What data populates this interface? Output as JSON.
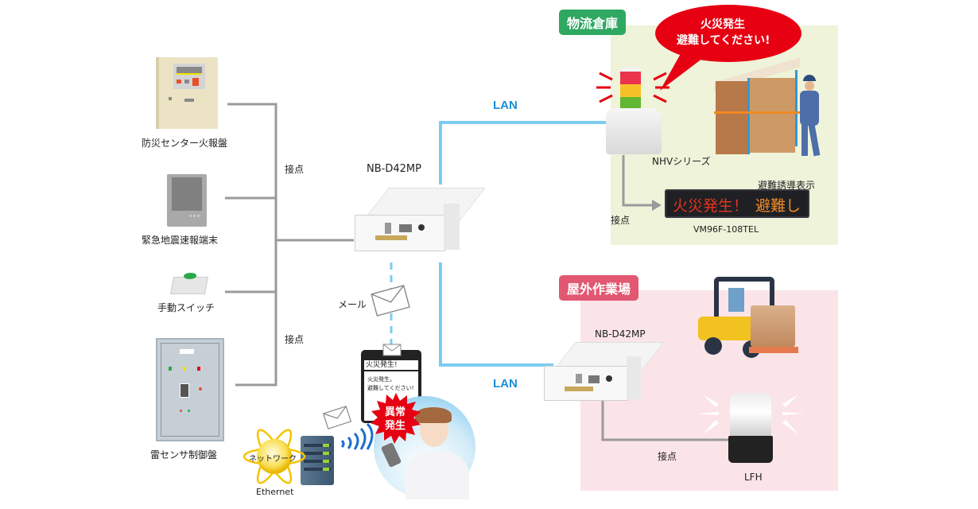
{
  "devices_left": [
    {
      "label": "防災センター火報盤"
    },
    {
      "label": "緊急地震速報端末"
    },
    {
      "label": "手動スイッチ"
    },
    {
      "label": "雷センサ制御盤"
    }
  ],
  "contact_labels": {
    "upper": "接点",
    "lower": "接点",
    "warehouse": "接点",
    "outdoor": "接点"
  },
  "controller": {
    "main_label": "NB-D42MP",
    "outdoor_label": "NB-D42MP"
  },
  "lan_labels": {
    "upper": "LAN",
    "lower": "LAN"
  },
  "mail": {
    "label": "メール",
    "phone_subject": "火災発生!",
    "phone_body_line1": "火災発生。",
    "phone_body_line2": "避難してください!",
    "alert_burst_line1": "異常",
    "alert_burst_line2": "発生"
  },
  "network": {
    "globe_label": "ネットワーク",
    "ethernet_label": "Ethernet"
  },
  "zones": {
    "warehouse": {
      "tag": "物流倉庫",
      "tag_color": "#2fa862",
      "bg_color": "#eef3d9",
      "speech_line1": "火災発生",
      "speech_line2": "避難してください!",
      "speech_color": "#e60012",
      "tower_label": "NHVシリーズ",
      "sign_caption": "避難誘導表示",
      "sign_text_red": "火災発生！",
      "sign_text_orange": "避難し",
      "sign_model": "VM96F-108TEL"
    },
    "outdoor": {
      "tag": "屋外作業場",
      "tag_color": "#e25771",
      "bg_color": "#fbe4e8",
      "beacon_label": "LFH"
    }
  },
  "colors": {
    "lan_line": "#7cccf0",
    "lan_text": "#1a8fd6",
    "contact_line": "#9a9a9a"
  }
}
